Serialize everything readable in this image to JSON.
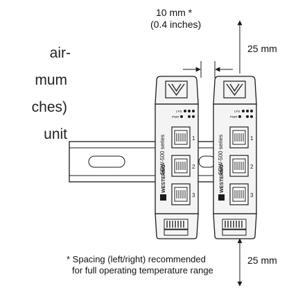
{
  "body_text": {
    "lines": [
      "air-",
      "mum",
      "ches)",
      "unit"
    ]
  },
  "dimensions": {
    "spacing_value": "10 mm *",
    "spacing_inches": "(0.4 inches)",
    "top_clearance": "25 mm",
    "bottom_clearance": "25 mm"
  },
  "footnote": {
    "line1": "* Spacing (left/right) recommended",
    "line2": "for full operating temperature range"
  },
  "device": {
    "series_label": "SDW-500 series",
    "brand": "WESTERMO",
    "port_numbers": [
      "1",
      "2",
      "3"
    ],
    "indicator_labels": [
      "LPS",
      "PWR"
    ]
  },
  "colors": {
    "line": "#1a1a1a",
    "housing": "#f4f4f4",
    "rail": "#ffffff"
  }
}
